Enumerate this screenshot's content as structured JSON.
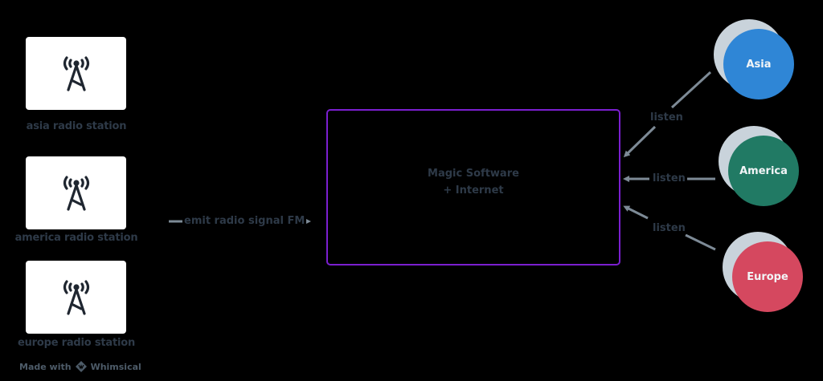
{
  "stations": [
    {
      "label": "asia radio station",
      "icon": "radio-tower-icon"
    },
    {
      "label": "america radio station",
      "icon": "radio-tower-icon"
    },
    {
      "label": "europe radio station",
      "icon": "radio-tower-icon"
    }
  ],
  "emit_edge": {
    "label": "emit radio signal FM"
  },
  "center": {
    "line1": "Magic Software",
    "line2": "+ Internet",
    "border_color": "#7b1fd0"
  },
  "regions": [
    {
      "label": "Asia",
      "color": "#2f86d6",
      "edge_label": "listen"
    },
    {
      "label": "America",
      "color": "#217a64",
      "edge_label": "listen"
    },
    {
      "label": "Europe",
      "color": "#d5485f",
      "edge_label": "listen"
    }
  ],
  "edge_color": "#7d8a96",
  "footer": {
    "made_with": "Made with",
    "brand": "Whimsical"
  }
}
